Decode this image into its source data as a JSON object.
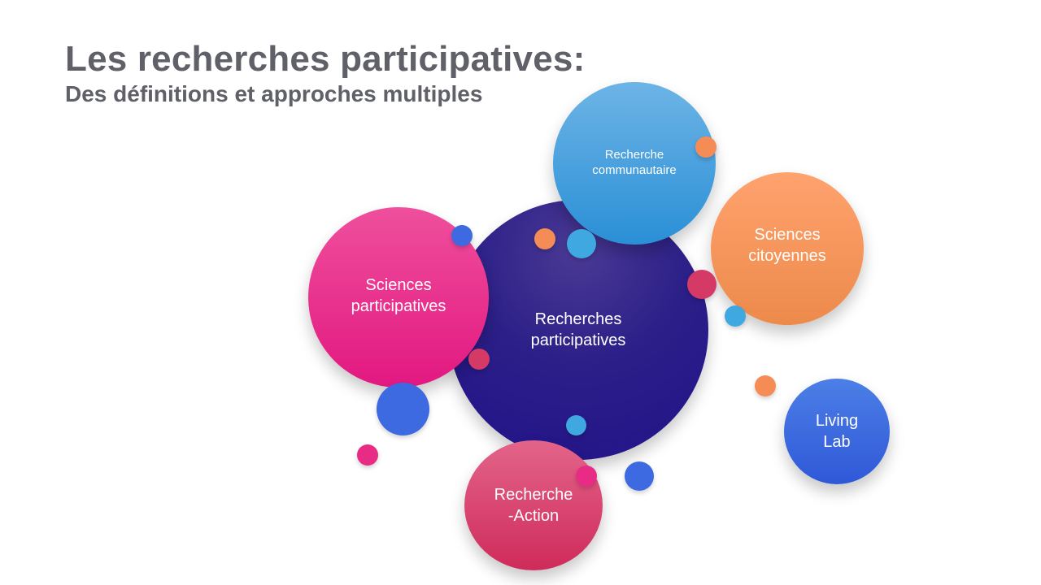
{
  "header": {
    "title": "Les recherches participatives:",
    "subtitle": "Des définitions et approches multiples"
  },
  "bubbles": {
    "center": [
      "Recherches",
      "participatives"
    ],
    "communautaire": [
      "Recherche",
      "communautaire"
    ],
    "citoyennes": [
      "Sciences",
      "citoyennes"
    ],
    "sciences_participatives": [
      "Sciences",
      "participatives"
    ],
    "living_lab": [
      "Living",
      "Lab"
    ],
    "recherche_action": [
      "Recherche",
      "-Action"
    ]
  },
  "colors": {
    "title": "#5f6068",
    "violet": "#2c1f88",
    "pink": "#e21880",
    "light_blue": "#2a8fd6",
    "orange": "#ec8a4a",
    "dark_blue": "#2f58d8",
    "rose": "#cf2b5a"
  }
}
